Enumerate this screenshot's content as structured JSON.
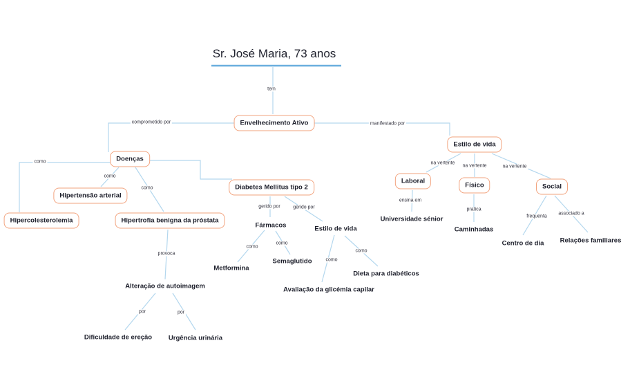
{
  "title": "Sr. José Maria, 73 anos",
  "nodes": {
    "envelhecimento": "Envelhecimento Ativo",
    "doencas": "Doenças",
    "hipertensao": "Hipertensão arterial",
    "hipercolesterolemia": "Hipercolesterolemia",
    "hipertrofia": "Hipertrofia benigna da próstata",
    "diabetes": "Diabetes Mellitus tipo 2",
    "estilo_vida_box": "Estilo de vida",
    "laboral": "Laboral",
    "fisico": "Físico",
    "social": "Social",
    "farmacos": "Fármacos",
    "estilo_vida_mid": "Estilo de vida",
    "metformina": "Metformina",
    "semaglutido": "Semaglutido",
    "avaliacao": "Avaliação da glicémia capilar",
    "dieta": "Dieta para diabéticos",
    "universidade": "Universidade sénior",
    "caminhadas": "Caminhadas",
    "centro_dia": "Centro de dia",
    "relacoes": "Relações familiares",
    "alteracao": "Alteração de autoimagem",
    "dificuldade": "Dificuldade de ereção",
    "urgencia": "Urgência urinária"
  },
  "edges": {
    "tem": "tem",
    "comprometido_por": "comprometido por",
    "manifestado_por": "manifestado por",
    "como_hiperco": "como",
    "como_hipertensao": "como",
    "como_hipertrofia": "como",
    "gerido_por_farmacos": "gerido por",
    "gerido_por_estilo": "gerido por",
    "como_metformina": "como",
    "como_semaglutido": "como",
    "como_avaliacao": "como",
    "como_dieta": "como",
    "na_vertente_laboral": "na vertente",
    "na_vertente_fisico": "na vertente",
    "na_vertente_social": "na vertente",
    "ensina_em": "ensina em",
    "pratica": "pratica",
    "frequenta": "frequenta",
    "associado_a": "associado a",
    "provoca": "provoca",
    "por_dificuldade": "por",
    "por_urgencia": "por"
  },
  "colors": {
    "node-border": "#f2a37e",
    "line-color": "#b3d7ee",
    "underline-color": "#6aaede",
    "node-text": "#1d1f2b",
    "label-text": "#33333f"
  }
}
